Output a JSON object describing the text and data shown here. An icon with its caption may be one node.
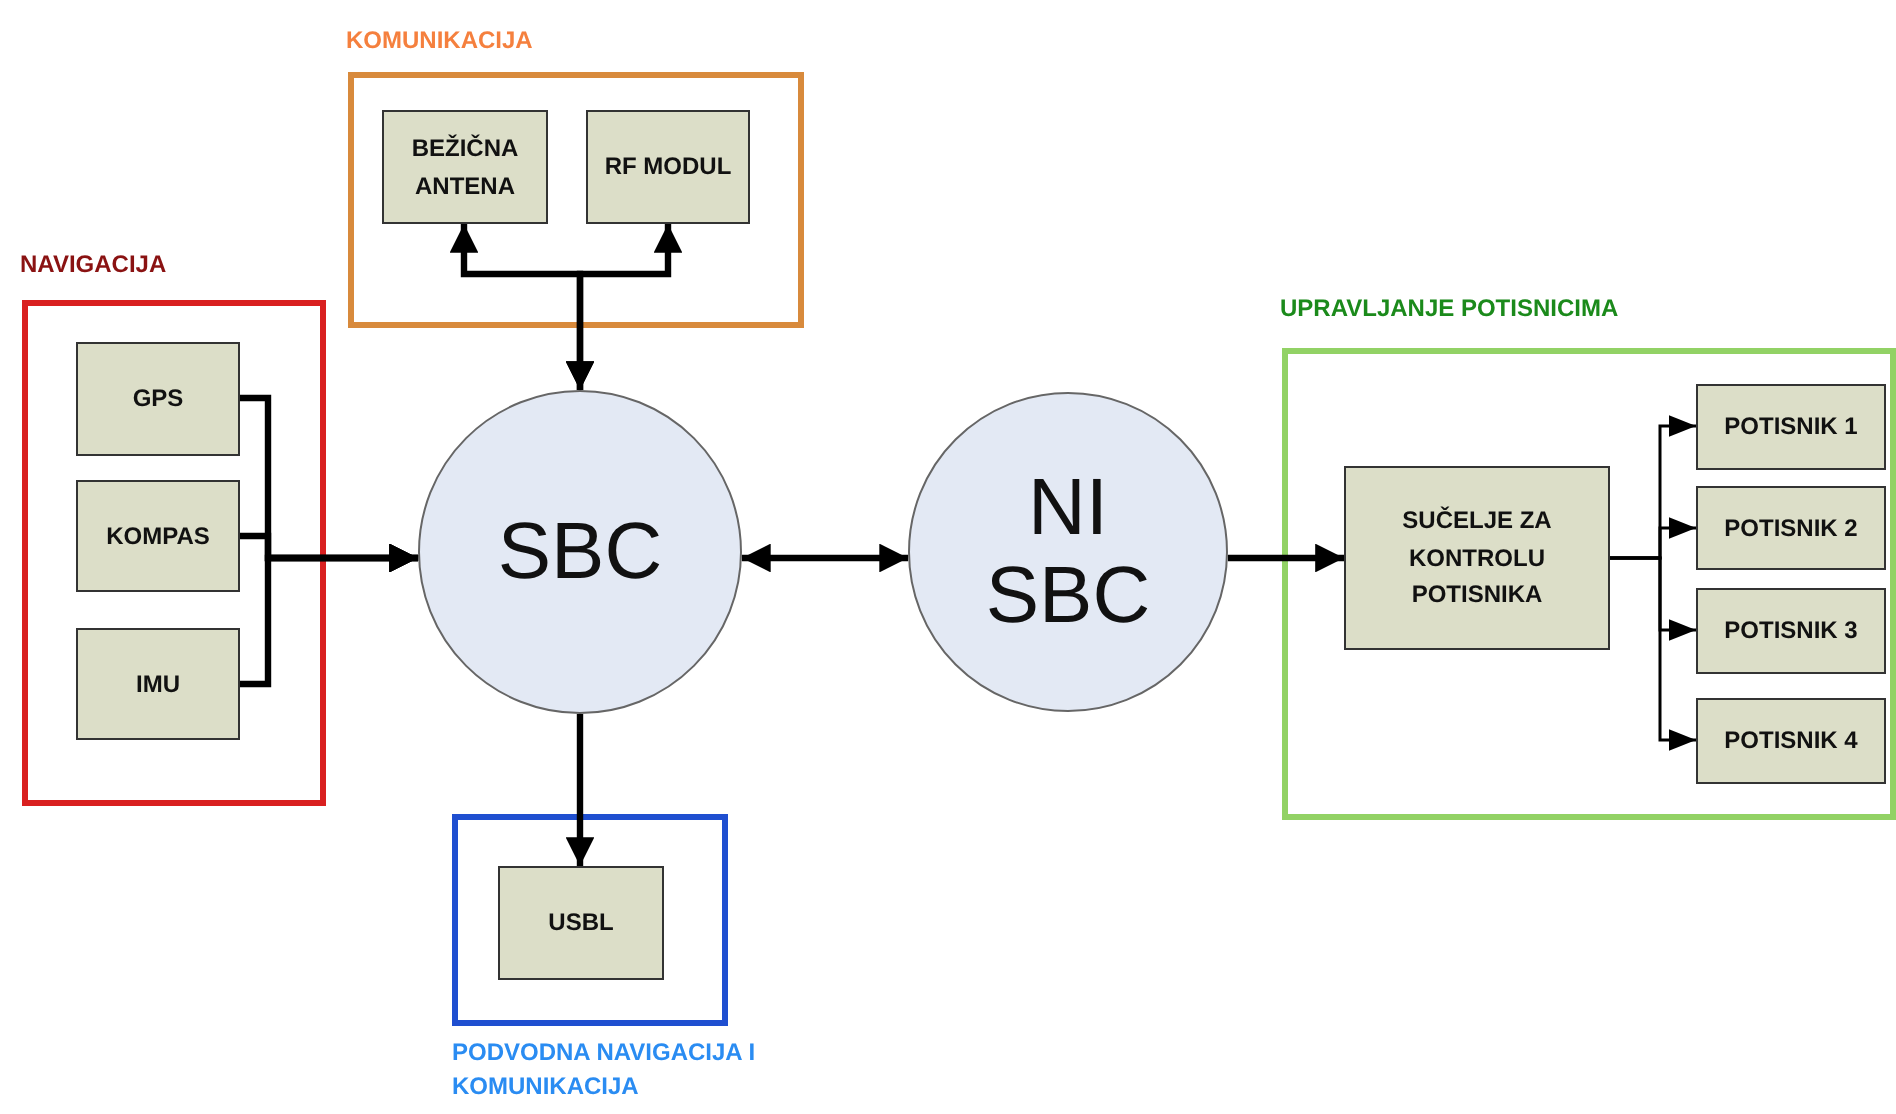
{
  "diagram": {
    "nodes": [
      {
        "text": [
          "KOMUNIKACIJA"
        ]
      },
      {
        "text": [
          "BEŽIČNA ANTENA"
        ],
        "in": 0
      },
      {
        "text": [
          "RF MODUL"
        ],
        "in": 0
      },
      {
        "text": [
          "NAVIGACIJA"
        ]
      },
      {
        "text": [
          "GPS"
        ],
        "in": 3
      },
      {
        "text": [
          "KOMPAS"
        ],
        "in": 3
      },
      {
        "text": [
          "IMU"
        ],
        "in": 3
      },
      {
        "text": [
          "SBC"
        ]
      },
      {
        "text": [
          "NI SBC"
        ]
      },
      {
        "text": [
          "UPRAVLJANJE POTISNICIMA"
        ]
      },
      {
        "text": [
          "SUČELJE ZA KONTROLU POTISNIKA"
        ],
        "in": 9
      },
      {
        "text": [
          "POTISNIK 1"
        ],
        "in": 9
      },
      {
        "text": [
          "POTISNIK 2"
        ],
        "in": 9
      },
      {
        "text": [
          "POTISNIK 3"
        ],
        "in": 9
      },
      {
        "text": [
          "POTISNIK 4"
        ],
        "in": 9
      },
      {
        "text": [
          "PODVODNA NAVIGACIJA I KOMUNIKACIJA"
        ]
      },
      {
        "text": [
          "USBL"
        ],
        "in": 15
      }
    ],
    "edges": [
      {
        "from": 7,
        "to": 1,
        "arrow": "both"
      },
      {
        "from": 7,
        "to": 2,
        "arrow": "both"
      },
      {
        "from": 4,
        "to": 7,
        "arrow": "to"
      },
      {
        "from": 5,
        "to": 7,
        "arrow": "to"
      },
      {
        "from": 6,
        "to": 7,
        "arrow": "to"
      },
      {
        "from": 7,
        "to": 8,
        "arrow": "both"
      },
      {
        "from": 8,
        "to": 10,
        "arrow": "to"
      },
      {
        "from": 10,
        "to": 11,
        "arrow": "to"
      },
      {
        "from": 10,
        "to": 12,
        "arrow": "to"
      },
      {
        "from": 10,
        "to": 13,
        "arrow": "to"
      },
      {
        "from": 10,
        "to": 14,
        "arrow": "to"
      },
      {
        "from": 7,
        "to": 16,
        "arrow": "to"
      }
    ]
  }
}
